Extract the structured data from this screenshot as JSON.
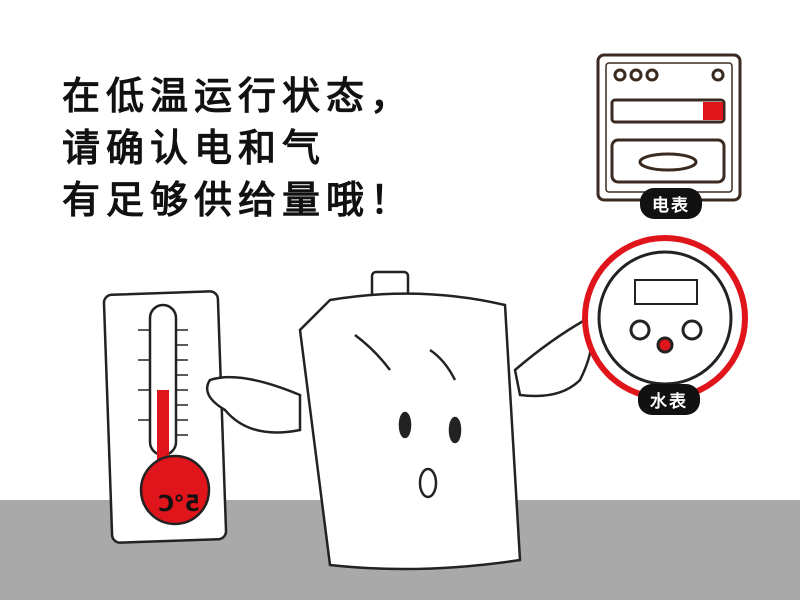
{
  "caption": {
    "lines": [
      "在低温运行状态，",
      "请确认电和气",
      "有足够供给量哦！"
    ]
  },
  "labels": {
    "electric_meter": "电表",
    "water_meter": "水表",
    "thermometer_reading": "5℃"
  },
  "colors": {
    "accent_red": "#e0141b",
    "floor_gray": "#a9a9a9"
  }
}
